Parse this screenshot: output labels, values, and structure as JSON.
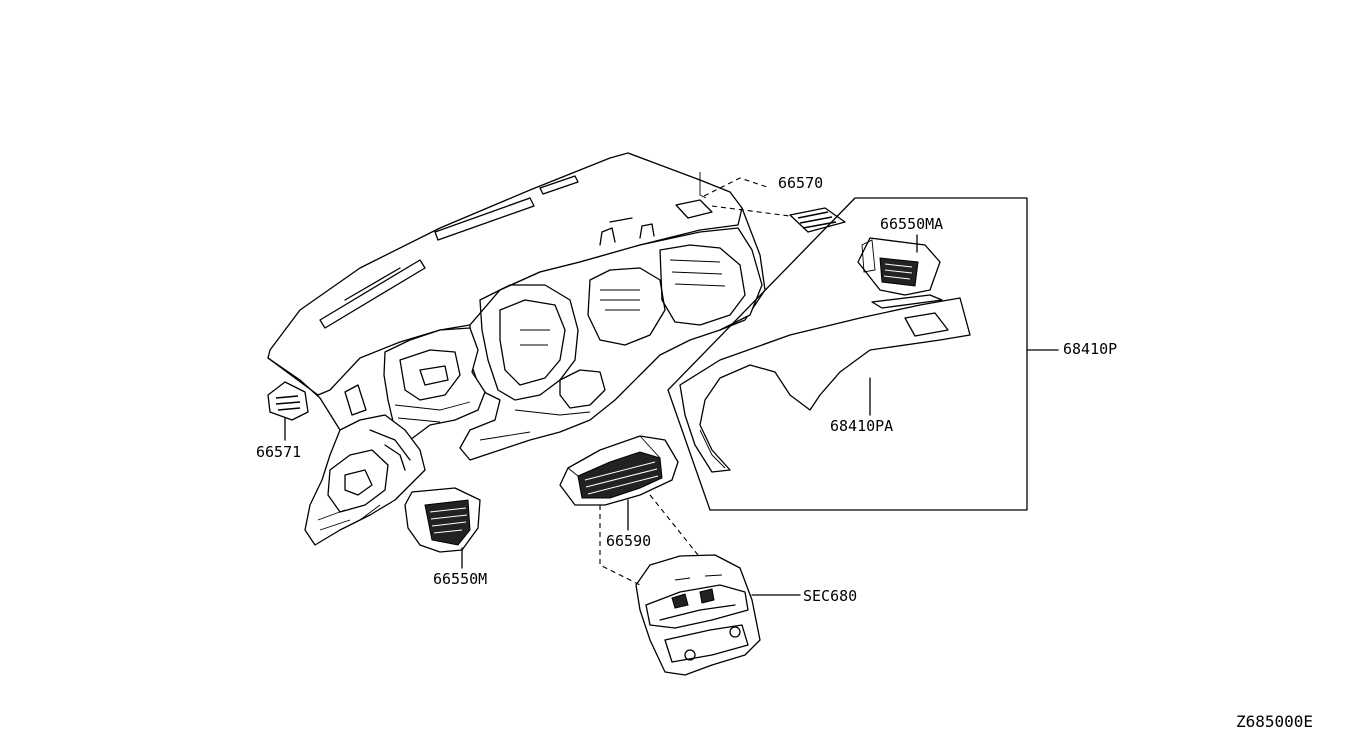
{
  "diagram": {
    "drawing_code": "Z685000E",
    "callouts": {
      "p66570": "66570",
      "p66550MA": "66550MA",
      "p68410P": "68410P",
      "p68410PA": "68410PA",
      "p66571": "66571",
      "p66590": "66590",
      "p66550M": "66550M",
      "sec680": "SEC680"
    }
  }
}
